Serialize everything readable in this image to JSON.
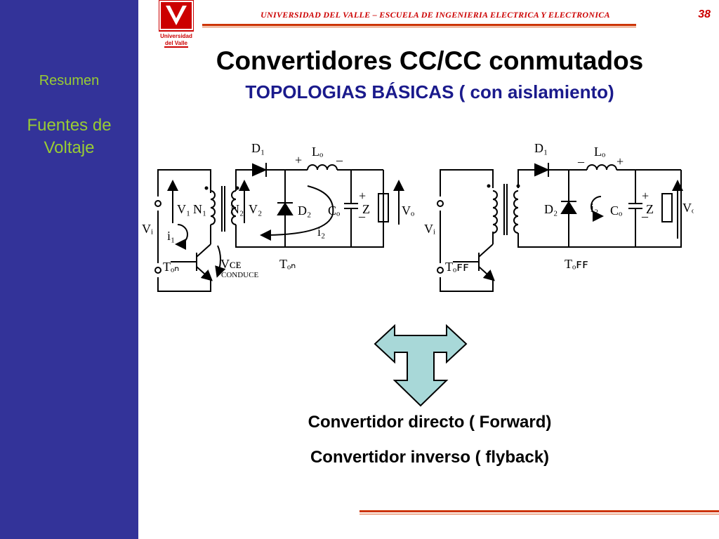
{
  "sidebar": {
    "items": [
      {
        "label": "Resumen"
      },
      {
        "label": "Fuentes de Voltaje"
      }
    ]
  },
  "logo": {
    "line1": "Universidad",
    "line2": "del Valle"
  },
  "header": {
    "institution": "UNIVERSIDAD DEL VALLE – ESCUELA DE INGENIERIA ELECTRICA Y ELECTRONICA",
    "page_number": "38"
  },
  "title": "Convertidores CC/CC conmutados",
  "subtitle": "TOPOLOGIAS BÁSICAS ( con aislamiento)",
  "circuit_forward": {
    "d1": "D₁",
    "lo": "Lₒ",
    "d2": "D₂",
    "co": "Cₒ",
    "z": "Z",
    "vo": "Vₒ",
    "vi": "Vᵢ",
    "i1": "i₁",
    "v1": "V₁",
    "n1": "N₁",
    "n2": "N₂",
    "v2": "V₂",
    "i2": "i₂",
    "ton_left": "Tₒₙ",
    "vce": "Vᴄᴇ",
    "conduce": "CONDUCE",
    "ton_out": "Tₒₙ",
    "plus": "+",
    "minus": "–"
  },
  "circuit_flyback": {
    "d1": "D₁",
    "lo": "Lₒ",
    "d2": "D₂",
    "i2": "i₂",
    "co": "Cₒ",
    "z": "Z",
    "vo": "Vₒ",
    "vi": "Vᵢ",
    "toff_left": "Tₒꜰꜰ",
    "toff_out": "Tₒꜰꜰ",
    "plus": "+",
    "minus": "–"
  },
  "arrow_color": "#a8d8d8",
  "labels": {
    "forward": "Convertidor directo ( Forward)",
    "flyback": "Convertidor inverso ( flyback)"
  },
  "colors": {
    "sidebar": "#333399",
    "sidebar_text": "#99cc33",
    "accent": "#cc0000",
    "subtitle": "#1a1a8c"
  }
}
